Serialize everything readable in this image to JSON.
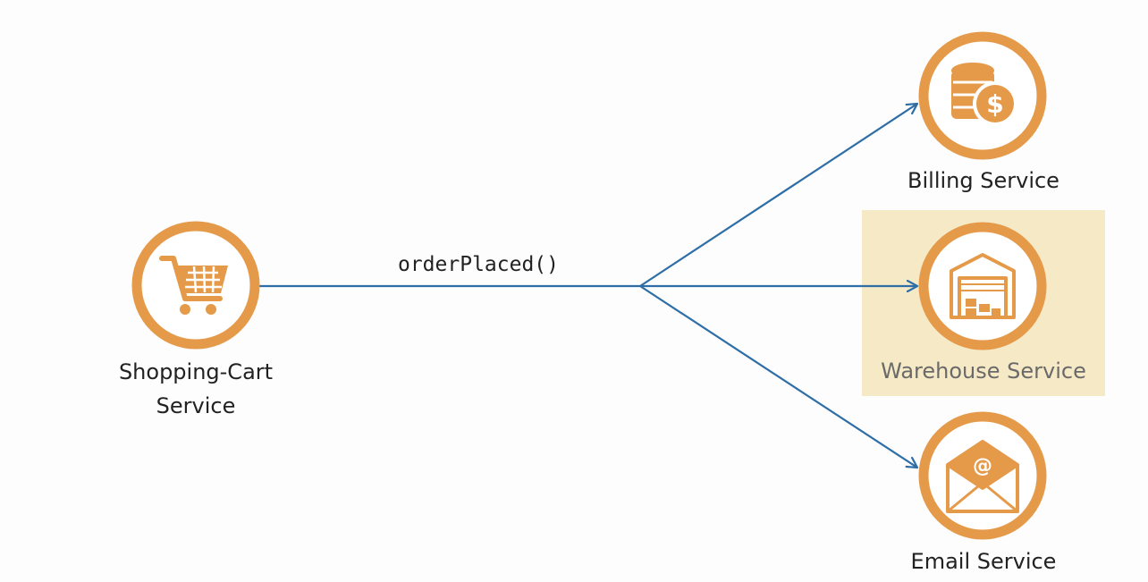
{
  "colors": {
    "node_ring": "#e59a4a",
    "node_fill": "#ffffff",
    "icon": "#e59a4a",
    "arrow": "#2e6ea6",
    "highlight": "#f6e9c6",
    "background": "#fdfdfd"
  },
  "edge_label": "orderPlaced()",
  "nodes": {
    "shopping_cart": {
      "icon": "shopping-cart-icon",
      "label_line1": "Shopping-Cart",
      "label_line2": "Service"
    },
    "billing": {
      "icon": "coins-dollar-icon",
      "label": "Billing Service"
    },
    "warehouse": {
      "icon": "warehouse-icon",
      "label": "Warehouse Service",
      "highlighted": true
    },
    "email": {
      "icon": "email-envelope-icon",
      "label": "Email Service"
    }
  }
}
